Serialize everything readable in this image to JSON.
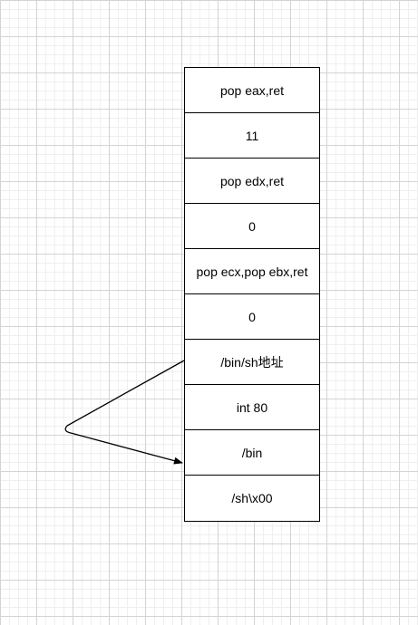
{
  "stack": {
    "cells": [
      "pop eax,ret",
      "11",
      "pop edx,ret",
      "0",
      "pop ecx,pop ebx,ret",
      "0",
      "/bin/sh地址",
      "int 80",
      "/bin",
      "/sh\\x00"
    ]
  },
  "arrow": {
    "from_cell": "/bin/sh地址",
    "to_cell": "/bin",
    "color": "#000000"
  },
  "colors": {
    "grid_major": "#d4d4d4",
    "grid_minor": "#efefef",
    "cell_border": "#000000",
    "text": "#000000"
  }
}
